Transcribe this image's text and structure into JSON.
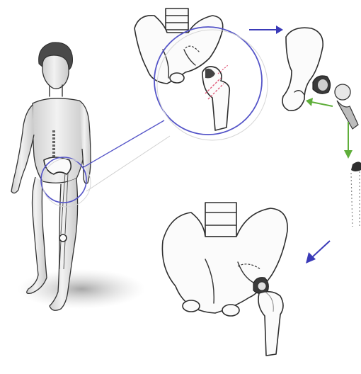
{
  "colors": {
    "magnifier": "#5555c8",
    "arrow_blue": "#3a3ab8",
    "arrow_green": "#5fae3a",
    "cut_marks": "#e05a7a",
    "skin": "#e6e6e6",
    "line": "#2e2e2e"
  },
  "steps": [
    {
      "id": "person",
      "description": "figure"
    },
    {
      "id": "damaged-hip",
      "description": "zoom"
    },
    {
      "id": "prosthesis-parts",
      "description": "components"
    },
    {
      "id": "replaced-hip",
      "description": "result"
    }
  ],
  "icons": [
    "arrow-right-icon",
    "arrow-down-left-icon",
    "green-arrow-left-icon",
    "green-arrow-down-icon"
  ]
}
